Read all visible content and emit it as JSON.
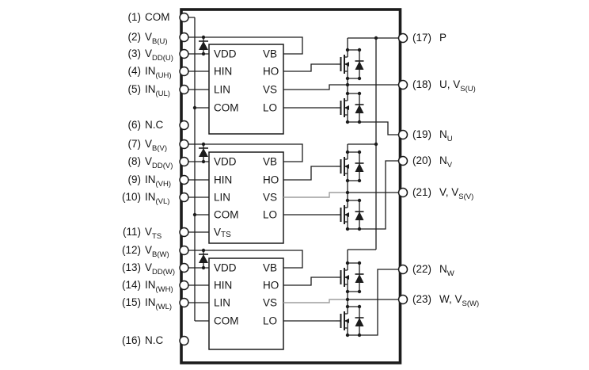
{
  "colors": {
    "wire": "#1c1c1c",
    "gray_wire": "#9e9e9e",
    "background": "#ffffff"
  },
  "diagram": {
    "left_pins": [
      {
        "num": "(1)",
        "base": "COM",
        "sub": ""
      },
      {
        "num": "(2)",
        "base": "V",
        "sub": "B(U)"
      },
      {
        "num": "(3)",
        "base": "V",
        "sub": "DD(U)"
      },
      {
        "num": "(4)",
        "base": "IN",
        "sub": "(UH)"
      },
      {
        "num": "(5)",
        "base": "IN",
        "sub": "(UL)"
      },
      {
        "num": "(6)",
        "base": "N.C",
        "sub": ""
      },
      {
        "num": "(7)",
        "base": "V",
        "sub": "B(V)"
      },
      {
        "num": "(8)",
        "base": "V",
        "sub": "DD(V)"
      },
      {
        "num": "(9)",
        "base": "IN",
        "sub": "(VH)"
      },
      {
        "num": "(10)",
        "base": "IN",
        "sub": "(VL)"
      },
      {
        "num": "(11)",
        "base": "V",
        "sub": "TS"
      },
      {
        "num": "(12)",
        "base": "V",
        "sub": "B(W)"
      },
      {
        "num": "(13)",
        "base": "V",
        "sub": "DD(W)"
      },
      {
        "num": "(14)",
        "base": "IN",
        "sub": "(WH)"
      },
      {
        "num": "(15)",
        "base": "IN",
        "sub": "(WL)"
      },
      {
        "num": "(16)",
        "base": "N.C",
        "sub": ""
      }
    ],
    "right_pins": [
      {
        "num": "(17)",
        "base": "P",
        "sub": ""
      },
      {
        "num": "(18)",
        "base": "U, V",
        "sub": "S(U)"
      },
      {
        "num": "(19)",
        "base": "N",
        "sub": "U"
      },
      {
        "num": "(20)",
        "base": "N",
        "sub": "V"
      },
      {
        "num": "(21)",
        "base": "V, V",
        "sub": "S(V)"
      },
      {
        "num": "(22)",
        "base": "N",
        "sub": "W"
      },
      {
        "num": "(23)",
        "base": "W, V",
        "sub": "S(W)"
      }
    ],
    "driver_labels": {
      "vdd": "VDD",
      "hin": "HIN",
      "lin": "LIN",
      "com": "COM",
      "vb": "VB",
      "ho": "HO",
      "vs": "VS",
      "lo": "LO",
      "vts_base": "V",
      "vts_sub": "TS"
    }
  }
}
